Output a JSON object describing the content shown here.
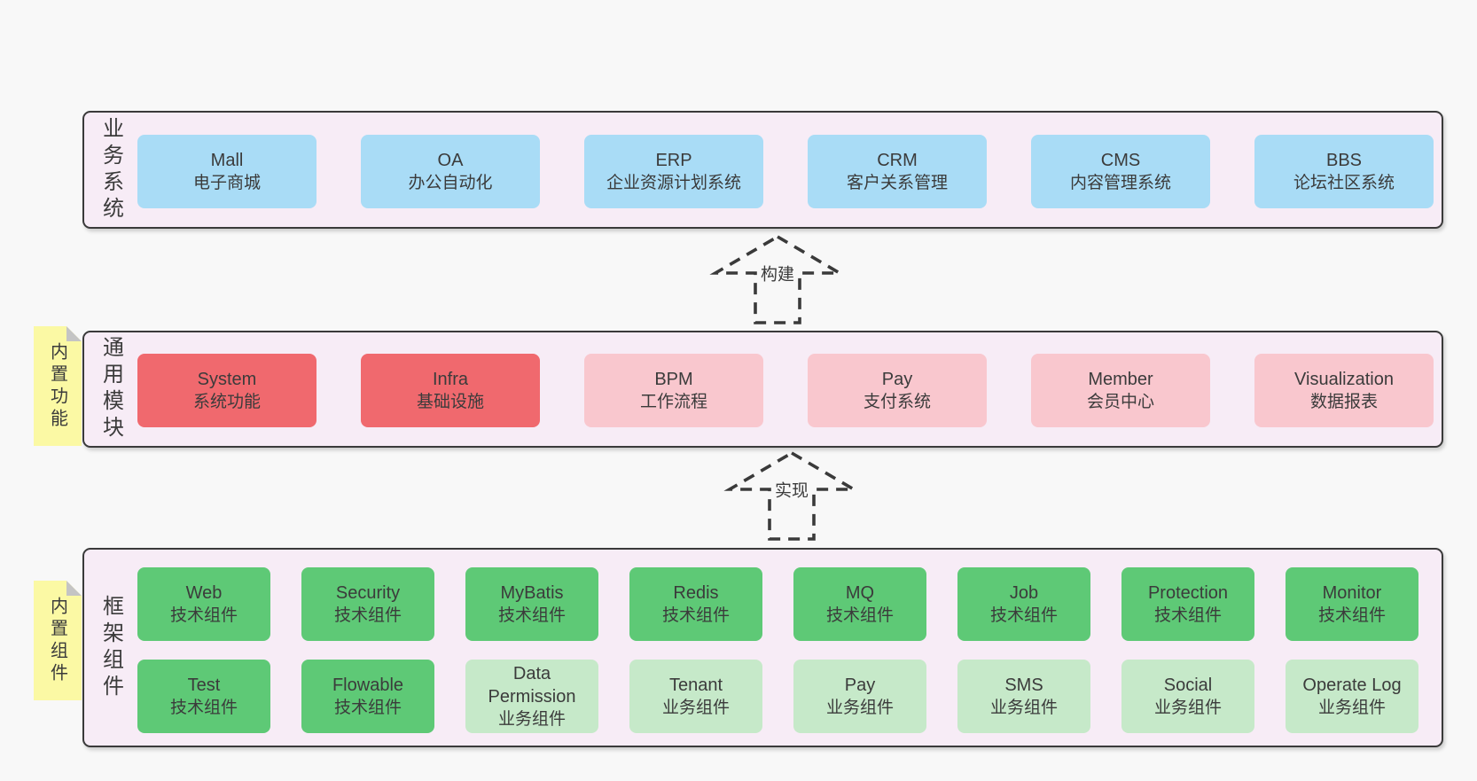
{
  "palette": {
    "page_bg": "#f8f8f8",
    "container_bg": "#f7ecf6",
    "container_border": "#3a3a3a",
    "blue": "#a9dcf6",
    "red": "#f0696e",
    "pink": "#f9c7ce",
    "green": "#5ec976",
    "light_green": "#c6e9c9",
    "note_yellow": "#fbf9a4",
    "note_fold": "#c4c4c4",
    "text": "#3b3b3b"
  },
  "arrows": {
    "build": "构建",
    "implement": "实现"
  },
  "sections": {
    "business": {
      "label": "业务系统",
      "boxes": [
        {
          "title": "Mall",
          "subtitle": "电子商城"
        },
        {
          "title": "OA",
          "subtitle": "办公自动化"
        },
        {
          "title": "ERP",
          "subtitle": "企业资源计划系统"
        },
        {
          "title": "CRM",
          "subtitle": "客户关系管理"
        },
        {
          "title": "CMS",
          "subtitle": "内容管理系统"
        },
        {
          "title": "BBS",
          "subtitle": "论坛社区系统"
        }
      ]
    },
    "modules": {
      "label": "通用模块",
      "note": "内置功能",
      "boxes": [
        {
          "title": "System",
          "subtitle": "系统功能",
          "variant": "red"
        },
        {
          "title": "Infra",
          "subtitle": "基础设施",
          "variant": "red"
        },
        {
          "title": "BPM",
          "subtitle": "工作流程",
          "variant": "pink"
        },
        {
          "title": "Pay",
          "subtitle": "支付系统",
          "variant": "pink"
        },
        {
          "title": "Member",
          "subtitle": "会员中心",
          "variant": "pink"
        },
        {
          "title": "Visualization",
          "subtitle": "数据报表",
          "variant": "pink"
        }
      ]
    },
    "components": {
      "label": "框架组件",
      "note": "内置组件",
      "row1": [
        {
          "title": "Web",
          "subtitle": "技术组件",
          "variant": "green"
        },
        {
          "title": "Security",
          "subtitle": "技术组件",
          "variant": "green"
        },
        {
          "title": "MyBatis",
          "subtitle": "技术组件",
          "variant": "green"
        },
        {
          "title": "Redis",
          "subtitle": "技术组件",
          "variant": "green"
        },
        {
          "title": "MQ",
          "subtitle": "技术组件",
          "variant": "green"
        },
        {
          "title": "Job",
          "subtitle": "技术组件",
          "variant": "green"
        },
        {
          "title": "Protection",
          "subtitle": "技术组件",
          "variant": "green"
        },
        {
          "title": "Monitor",
          "subtitle": "技术组件",
          "variant": "green"
        }
      ],
      "row2": [
        {
          "title": "Test",
          "subtitle": "技术组件",
          "variant": "green"
        },
        {
          "title": "Flowable",
          "subtitle": "技术组件",
          "variant": "green"
        },
        {
          "title": "Data Permission",
          "subtitle": "业务组件",
          "variant": "light_green"
        },
        {
          "title": "Tenant",
          "subtitle": "业务组件",
          "variant": "light_green"
        },
        {
          "title": "Pay",
          "subtitle": "业务组件",
          "variant": "light_green"
        },
        {
          "title": "SMS",
          "subtitle": "业务组件",
          "variant": "light_green"
        },
        {
          "title": "Social",
          "subtitle": "业务组件",
          "variant": "light_green"
        },
        {
          "title": "Operate Log",
          "subtitle": "业务组件",
          "variant": "light_green"
        }
      ]
    }
  }
}
